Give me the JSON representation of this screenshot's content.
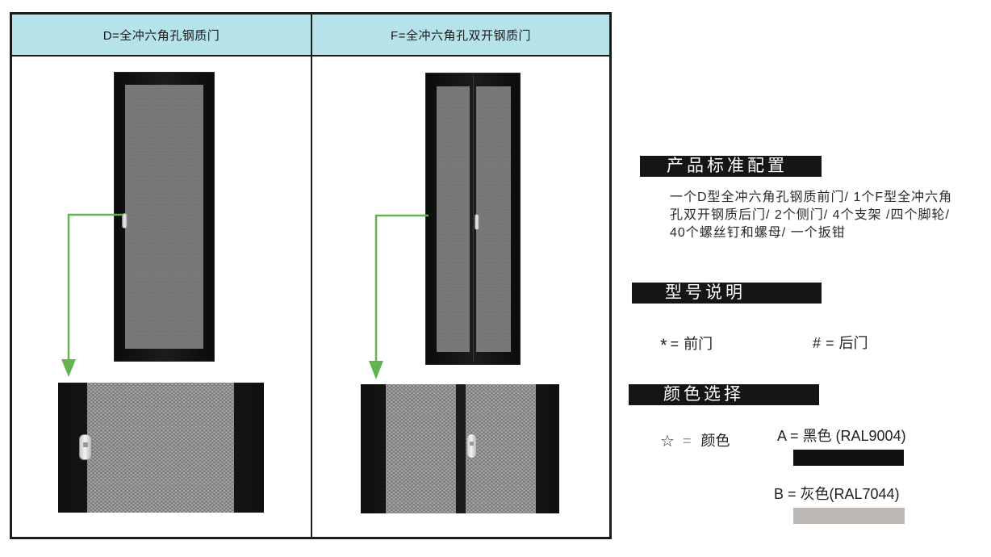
{
  "colors": {
    "header_bg": "#b6e2e9",
    "callout_arrow": "#62b451",
    "section_bar": "#151515"
  },
  "product_table": {
    "columns": [
      {
        "header": "D=全冲六角孔钢质门"
      },
      {
        "header": "F=全冲六角孔双开钢质门"
      }
    ]
  },
  "standard_config": {
    "title": "产品标准配置",
    "lines": [
      "一个D型全冲六角孔钢质前门/ 1个F型全冲六角",
      "孔双开钢质后门/ 2个侧门/ 4个支架 /四个脚轮/",
      "40个螺丝钉和螺母/ 一个扳钳"
    ]
  },
  "model_notes": {
    "title": "型号说明",
    "items": [
      {
        "symbol": "*",
        "eq": "=",
        "label": "前门"
      },
      {
        "symbol": "#",
        "eq": "=",
        "label": "后门"
      }
    ]
  },
  "color_selection": {
    "title": "颜色选择",
    "legend": {
      "symbol": "☆",
      "eq": "=",
      "label": "颜色"
    },
    "options": [
      {
        "text": "A = 黑色 (RAL9004)",
        "swatch": "#111111"
      },
      {
        "text": "B = 灰色(RAL7044)",
        "swatch": "#bdb8b4"
      }
    ]
  }
}
